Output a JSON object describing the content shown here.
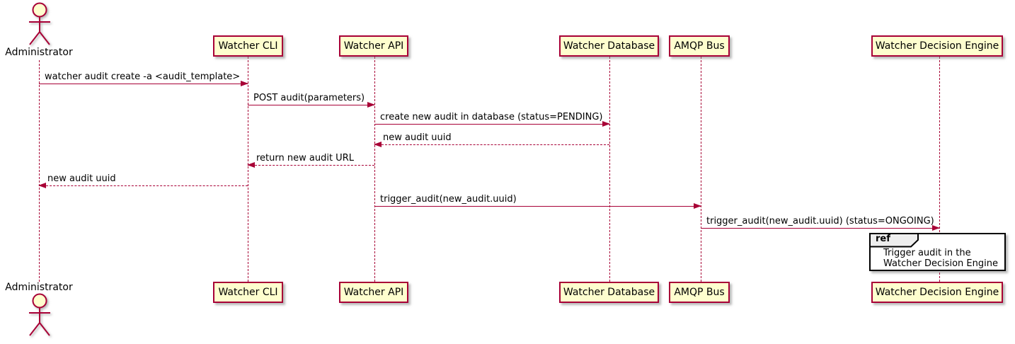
{
  "diagram": {
    "type": "sequence-diagram",
    "colors": {
      "participant_fill": "#FEFECE",
      "participant_border": "#A80036",
      "line": "#A80036",
      "text": "#000000",
      "ref_fill": "#FFFFFF",
      "ref_border": "#000000",
      "ref_tab_fill": "#EEEEEE"
    },
    "actor": {
      "name": "Administrator"
    },
    "participants": [
      {
        "label": "Watcher CLI"
      },
      {
        "label": "Watcher API"
      },
      {
        "label": "Watcher Database"
      },
      {
        "label": "AMQP Bus"
      },
      {
        "label": "Watcher Decision Engine"
      }
    ],
    "messages": [
      {
        "from": "Administrator",
        "to": "Watcher CLI",
        "style": "solid",
        "label": "watcher audit create -a <audit_template>"
      },
      {
        "from": "Watcher CLI",
        "to": "Watcher API",
        "style": "solid",
        "label": "POST audit(parameters)"
      },
      {
        "from": "Watcher API",
        "to": "Watcher Database",
        "style": "solid",
        "label": "create new audit in database (status=PENDING)"
      },
      {
        "from": "Watcher Database",
        "to": "Watcher API",
        "style": "dashed",
        "label": "new audit uuid"
      },
      {
        "from": "Watcher API",
        "to": "Watcher CLI",
        "style": "dashed",
        "label": "return new audit URL"
      },
      {
        "from": "Watcher CLI",
        "to": "Administrator",
        "style": "dashed",
        "label": "new audit uuid"
      },
      {
        "from": "Watcher API",
        "to": "AMQP Bus",
        "style": "solid",
        "label": "trigger_audit(new_audit.uuid)"
      },
      {
        "from": "AMQP Bus",
        "to": "Watcher Decision Engine",
        "style": "solid",
        "label": "trigger_audit(new_audit.uuid) (status=ONGOING)"
      }
    ],
    "ref": {
      "keyword": "ref",
      "lines": {
        "0": "Trigger audit in the",
        "1": "Watcher Decision Engine"
      }
    }
  }
}
